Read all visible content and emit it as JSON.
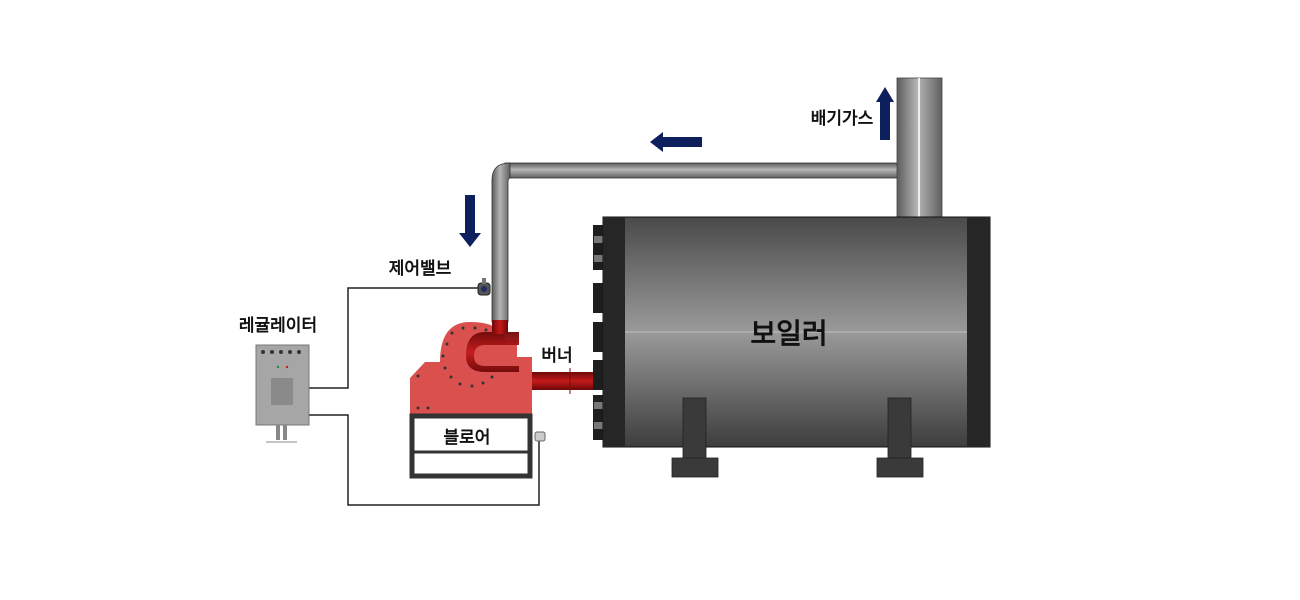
{
  "labels": {
    "exhaust_gas": "배기가스",
    "control_valve": "제어밸브",
    "regulator": "레귤레이터",
    "burner": "버너",
    "blower": "블로어",
    "boiler": "보일러"
  },
  "colors": {
    "arrow": "#0d1f5c",
    "blower_body": "#d9504f",
    "burner_pipe": "#9c1010",
    "pipe": "#8f8f8f",
    "boiler_body": "#7f7f7f",
    "boiler_cap": "#2a2a2a",
    "wire": "#222222"
  }
}
